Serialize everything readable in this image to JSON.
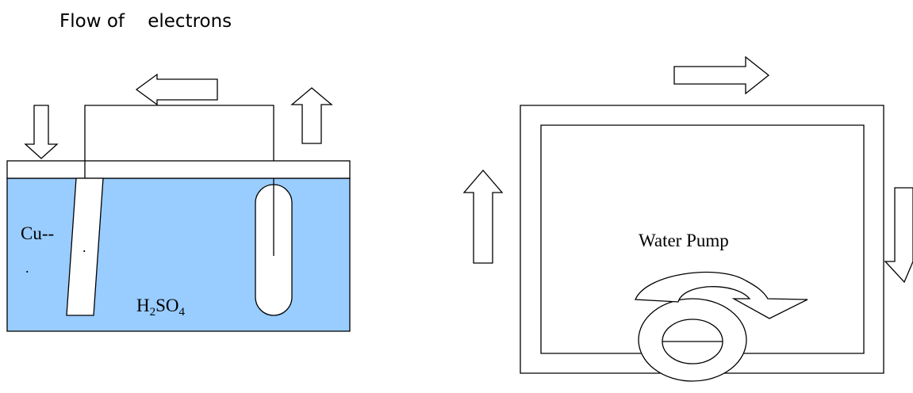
{
  "title": "Flow of    electrons",
  "cell": {
    "electrode_label": "Cu--",
    "dot_label": ".",
    "electrolyte_main": "H",
    "electrolyte_sub1": "2",
    "electrolyte_mid": "SO",
    "electrolyte_sub2": "4",
    "electrolyte_color": "#99ccff"
  },
  "pump": {
    "label": "Water Pump"
  }
}
